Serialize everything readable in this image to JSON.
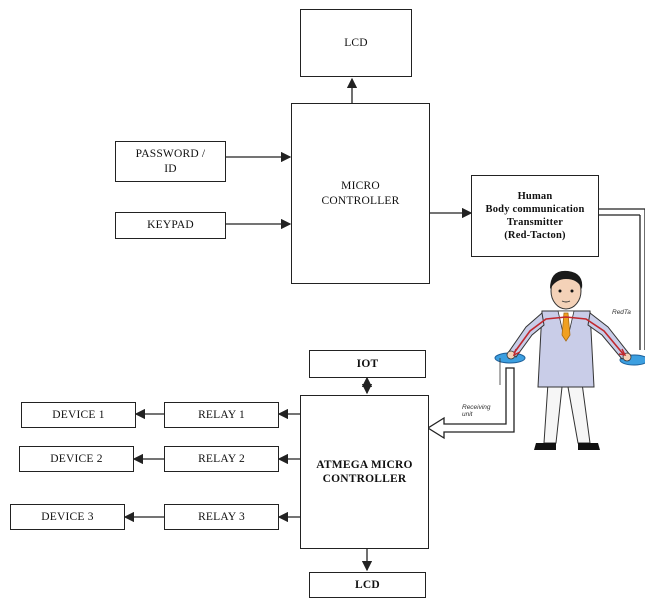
{
  "transmitter": {
    "lcd": "LCD",
    "micro_controller": [
      "MICRO",
      "CONTROLLER"
    ],
    "password": [
      "PASSWORD /",
      "ID"
    ],
    "keypad": "KEYPAD",
    "human_tx": [
      "Human",
      "Body communication",
      "Transmitter",
      "(Red-Tacton)"
    ]
  },
  "receiver": {
    "iot": "IOT",
    "atmega": [
      "ATMEGA MICRO",
      "CONTROLLER"
    ],
    "lcd": "LCD",
    "relays": [
      "RELAY 1",
      "RELAY 2",
      "RELAY 3"
    ],
    "devices": [
      "DEVICE 1",
      "DEVICE 2",
      "DEVICE 3"
    ]
  },
  "figure": {
    "hand_label_right": "RedTa",
    "hand_label_left": [
      "Receiving",
      "unit"
    ]
  },
  "colors": {
    "stroke": "#222222",
    "suit": "#c9cde8",
    "tie": "#f0a020",
    "signal": "#c0282e",
    "receiver_pad": "#3c9fe0"
  }
}
